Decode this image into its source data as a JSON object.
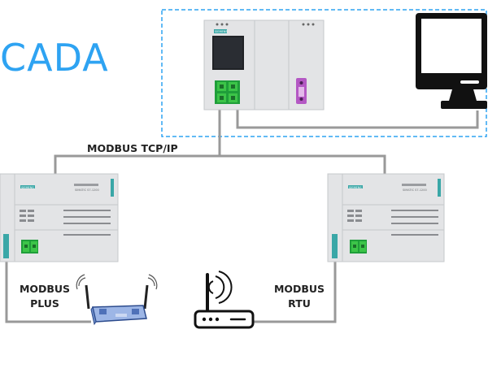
{
  "title": "CADA",
  "labels": {
    "tcp": "MODBUS TCP/IP",
    "plus_line1": "MODBUS",
    "plus_line2": "PLUS",
    "rtu_line1": "MODBUS",
    "rtu_line2": "RTU"
  },
  "devices": {
    "plc_top_brand": "SIEMENS",
    "plc_left_brand": "SIEMENS",
    "plc_right_brand": "SIEMENS",
    "plc_left_model": "SIMATIC S7-1200",
    "plc_right_model": "SIMATIC S7-1200"
  },
  "colors": {
    "accent": "#2ea3f2",
    "line": "#999999",
    "device_body": "#e3e4e6",
    "port_green": "#3cc448",
    "port_purple": "#b458c4",
    "dark": "#111111"
  },
  "icons": [
    "plc-icon",
    "monitor-icon",
    "gateway-icon",
    "router-icon"
  ]
}
